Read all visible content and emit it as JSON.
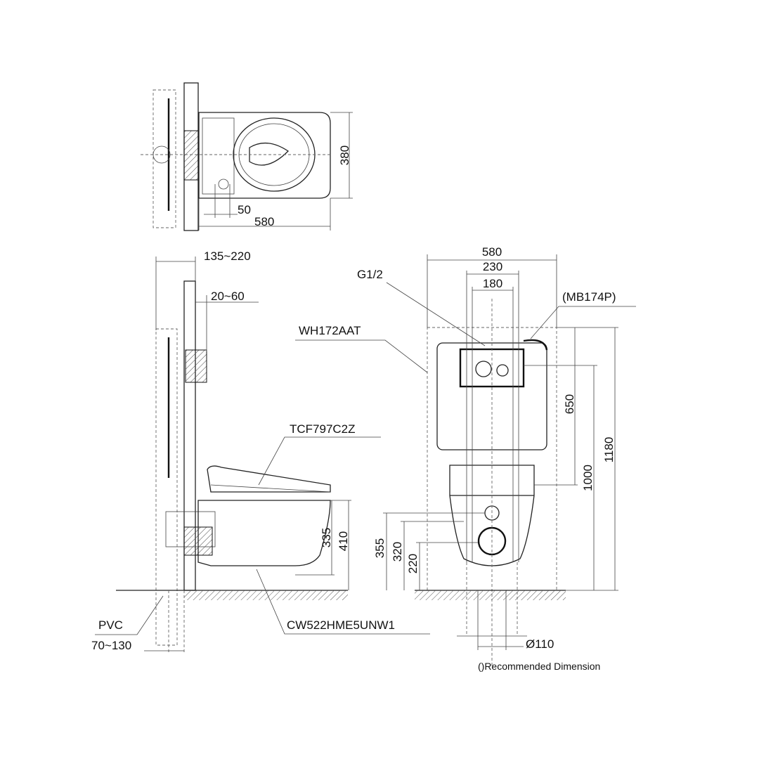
{
  "top_view": {
    "width_dim": "380",
    "offset_dim": "50",
    "length_dim": "580"
  },
  "side_view": {
    "wall_depth_dim": "135~220",
    "plate_offset_dim": "20~60",
    "seat_model": "TCF797C2Z",
    "bowl_height_dim_1": "335",
    "bowl_height_dim_2": "410",
    "pipe_label": "PVC",
    "pipe_size_dim": "70~130",
    "bowl_model": "CW522HME5UNW1"
  },
  "front_view": {
    "frame_width_dim": "580",
    "inlet_spacing_dim": "230",
    "inner_spacing_dim": "180",
    "inlet_label": "G1/2",
    "plate_model": "(MB174P)",
    "frame_model": "WH172AAT",
    "plate_height_dim": "650",
    "frame_mid_dim": "1000",
    "frame_height_dim": "1180",
    "outlet_dim_1": "355",
    "outlet_dim_2": "320",
    "outlet_dim_3": "220",
    "drain_dim": "Ø110",
    "note": "()Recommended Dimension"
  },
  "colors": {
    "line": "#222222",
    "background": "#ffffff"
  }
}
